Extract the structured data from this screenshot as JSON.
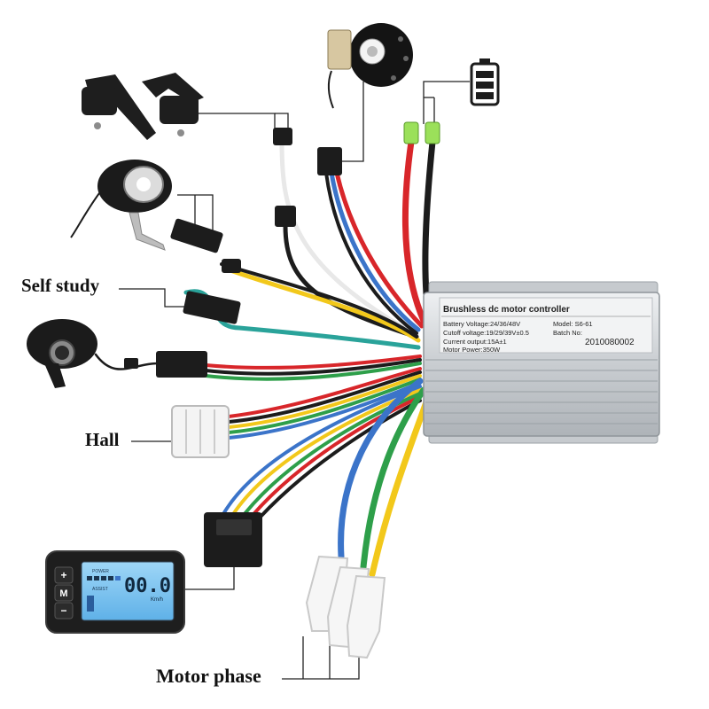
{
  "labels": {
    "self_study": "Self study",
    "hall": "Hall",
    "motor_phase": "Motor phase"
  },
  "controller": {
    "title": "Brushless dc motor controller",
    "battery_voltage": "Battery Voltage:24/36/48V",
    "model": "Model: S6-61",
    "cutoff_voltage": "Cutoff voltage:19/29/39V±0.5",
    "batch_label": "Batch No:",
    "current_output": "Current output:15A±1",
    "batch_number": "2010080002",
    "motor_power": "Motor Power:350W"
  },
  "display": {
    "btn_plus": "+",
    "btn_mode": "M",
    "btn_minus": "−",
    "power_label": "POWER",
    "assist_label": "ASSIST",
    "speed_value": "00.0",
    "speed_unit": "Km/h"
  },
  "colors": {
    "controller_body": "#d4d7da",
    "wire_red": "#d8262a",
    "wire_black": "#1c1c1c",
    "wire_yellow": "#f2c81b",
    "wire_green": "#2e9f4a",
    "wire_blue": "#3b74c9",
    "wire_white": "#f1f1f1",
    "wire_teal": "#2aa39a",
    "wire_brown": "#8b5a2b",
    "lcd_blue": "#7fc6f2"
  }
}
